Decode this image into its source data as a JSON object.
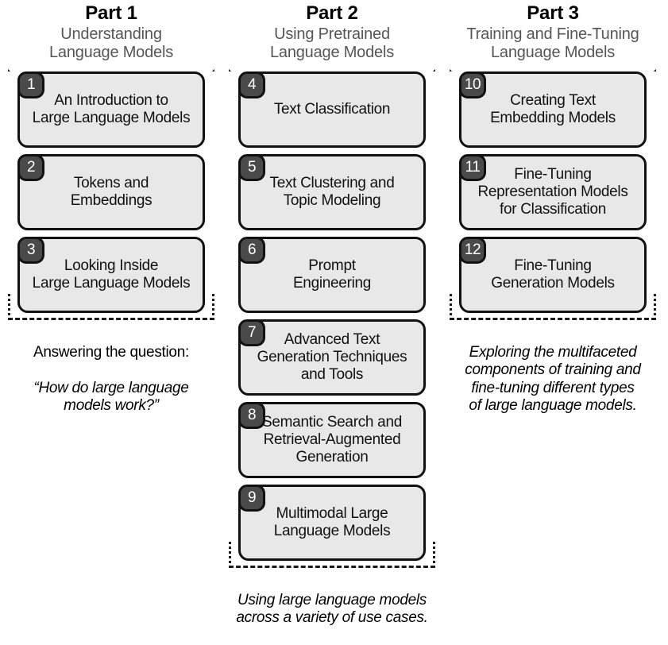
{
  "figure": {
    "type": "book-structure-diagram",
    "box_fill": "#e8e8e8",
    "box_stroke": "#111111",
    "badge_fill": "#4a4a4a",
    "subtitle_color": "#565656"
  },
  "parts": [
    {
      "id": "part-1",
      "title": "Part 1",
      "subtitle": "Understanding\nLanguage Models",
      "chapters": [
        {
          "number": "1",
          "title": "An Introduction to\nLarge Language Models"
        },
        {
          "number": "2",
          "title": "Tokens and\nEmbeddings"
        },
        {
          "number": "3",
          "title": "Looking Inside\nLarge Language Models"
        }
      ],
      "caption_lead": "Answering the question:",
      "caption_italic": "“How do large language\nmodels work?”"
    },
    {
      "id": "part-2",
      "title": "Part 2",
      "subtitle": "Using Pretrained\nLanguage Models",
      "chapters": [
        {
          "number": "4",
          "title": "Text Classification"
        },
        {
          "number": "5",
          "title": "Text Clustering and\nTopic Modeling"
        },
        {
          "number": "6",
          "title": "Prompt\nEngineering"
        },
        {
          "number": "7",
          "title": "Advanced Text\nGeneration Techniques\nand Tools"
        },
        {
          "number": "8",
          "title": "Semantic Search and\nRetrieval-Augmented\nGeneration"
        },
        {
          "number": "9",
          "title": "Multimodal Large\nLanguage Models"
        }
      ],
      "caption_lead": "",
      "caption_italic": "Using large language models\nacross a variety of use cases."
    },
    {
      "id": "part-3",
      "title": "Part 3",
      "subtitle": "Training and Fine-Tuning\nLanguage Models",
      "chapters": [
        {
          "number": "10",
          "title": "Creating Text\nEmbedding Models"
        },
        {
          "number": "11",
          "title": "Fine-Tuning\nRepresentation Models\nfor Classification"
        },
        {
          "number": "12",
          "title": "Fine-Tuning\nGeneration Models"
        }
      ],
      "caption_lead": "",
      "caption_italic": "Exploring the multifaceted\ncomponents of training and\nfine-tuning different types\nof large language models."
    }
  ]
}
